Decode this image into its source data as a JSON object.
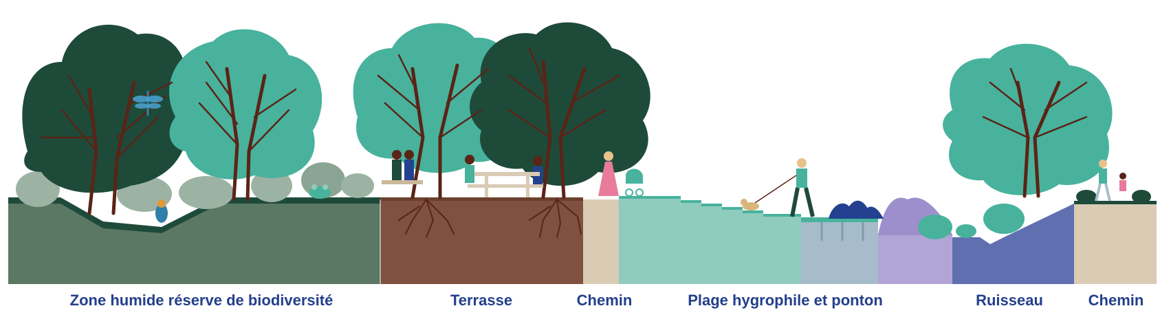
{
  "labels": {
    "zone": "Zone humide réserve de biodiversité",
    "terrasse": "Terrasse",
    "chemin_1": "Chemin",
    "plage": "Plage hygrophile et ponton",
    "ruisseau": "Ruisseau",
    "chemin_2": "Chemin"
  },
  "colors": {
    "dark_green": "#1e4a3a",
    "teal": "#48b29d",
    "soil_green": "#5a7864",
    "soil_brown": "#7f5140",
    "path_beige": "#d9cbb4",
    "beach_mint": "#8fccbe",
    "water_grey": "#a7bccb",
    "lavender": "#b1a5d6",
    "stream_blue": "#5f6fb0",
    "label_blue": "#233f8c",
    "branch": "#5a2416"
  },
  "icons": [
    "dragonfly-icon",
    "frog-icon",
    "bird-icon",
    "people-on-bench-icon",
    "picnic-table-icon",
    "woman-with-stroller-icon",
    "man-walking-dog-icon",
    "children-playing-icon"
  ]
}
